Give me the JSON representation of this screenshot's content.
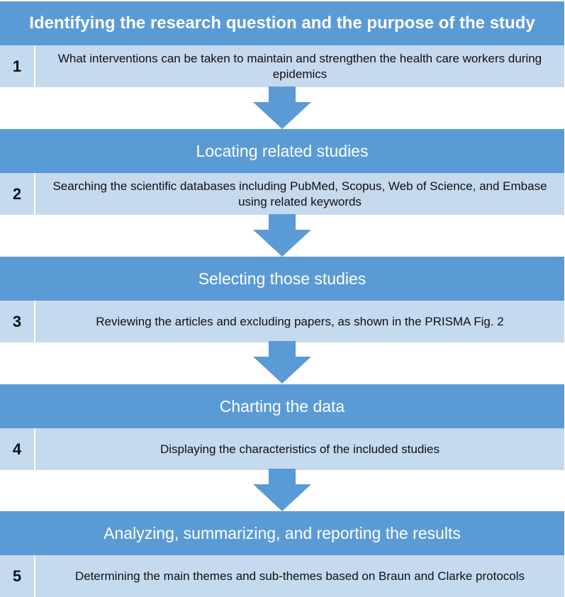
{
  "accent_colors": {
    "header_fill": "#5b9bd5",
    "row_fill": "#c5d9ef",
    "arrow_fill": "#5b9bd5"
  },
  "steps": [
    {
      "number": "1",
      "title": "Identifying the research question and the purpose of the study",
      "description": "What interventions can be taken to maintain and strengthen the health care workers during epidemics"
    },
    {
      "number": "2",
      "title": "Locating related studies",
      "description": "Searching the scientific databases including PubMed, Scopus, Web of Science, and Embase using related keywords"
    },
    {
      "number": "3",
      "title": "Selecting those studies",
      "description": "Reviewing the articles and excluding papers, as shown in the PRISMA Fig. 2"
    },
    {
      "number": "4",
      "title": "Charting the data",
      "description": "Displaying the characteristics of the included studies"
    },
    {
      "number": "5",
      "title": "Analyzing, summarizing, and reporting the results",
      "description": "Determining the main themes and sub-themes based on Braun and Clarke protocols"
    }
  ],
  "connector_icon": "down-arrow-icon"
}
